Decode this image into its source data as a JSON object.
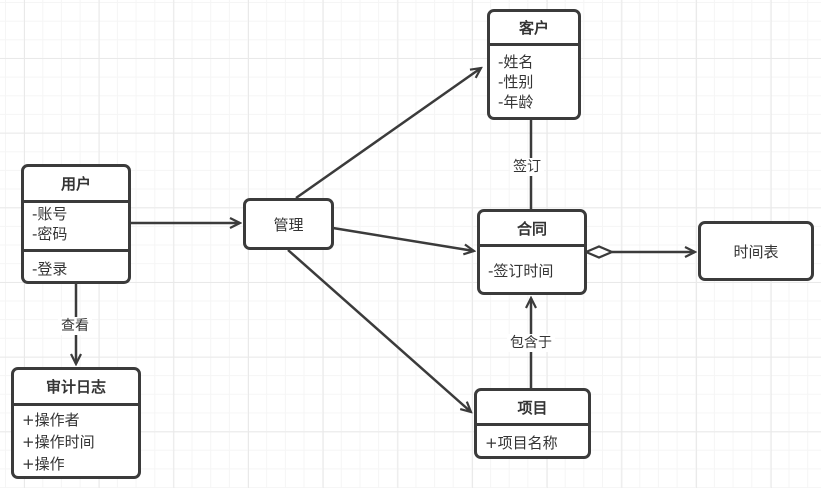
{
  "diagram": {
    "kind": "uml-class-diagram",
    "background_color": "#ffffff",
    "stroke_color": "#3b3b3b",
    "grid_minor_color": "#f5f5f5",
    "grid_major_color": "#e9e9e9"
  },
  "nodes": {
    "user": {
      "title": "用户",
      "attributes": [
        "-账号",
        "-密码"
      ],
      "operations": [
        "-登录"
      ]
    },
    "manage": {
      "title": "管理"
    },
    "customer": {
      "title": "客户",
      "attributes": [
        "-姓名",
        "-性别",
        "-年龄"
      ]
    },
    "contract": {
      "title": "合同",
      "attributes": [
        "-签订时间"
      ]
    },
    "timetable": {
      "title": "时间表"
    },
    "project": {
      "title": "项目",
      "attributes": [
        "+项目名称"
      ]
    },
    "audit_log": {
      "title": "审计日志",
      "attributes": [
        "+操作者",
        "+操作时间",
        "+操作"
      ]
    }
  },
  "edges": {
    "user_to_manage": {
      "from": "用户",
      "to": "管理",
      "end_marker": "open-arrow"
    },
    "user_to_audit_log": {
      "from": "用户",
      "to": "审计日志",
      "end_marker": "open-arrow",
      "label": "查看"
    },
    "manage_to_customer": {
      "from": "管理",
      "to": "客户",
      "end_marker": "open-arrow"
    },
    "manage_to_contract": {
      "from": "管理",
      "to": "合同",
      "end_marker": "open-arrow"
    },
    "manage_to_project": {
      "from": "管理",
      "to": "项目",
      "end_marker": "open-arrow"
    },
    "customer_to_contract": {
      "from": "客户",
      "to": "合同",
      "end_marker": "none",
      "label": "签订"
    },
    "project_to_contract": {
      "from": "项目",
      "to": "合同",
      "end_marker": "open-arrow",
      "label": "包含于"
    },
    "contract_to_timetable": {
      "from": "合同",
      "to": "时间表",
      "start_marker": "hollow-diamond",
      "end_marker": "open-arrow"
    }
  }
}
